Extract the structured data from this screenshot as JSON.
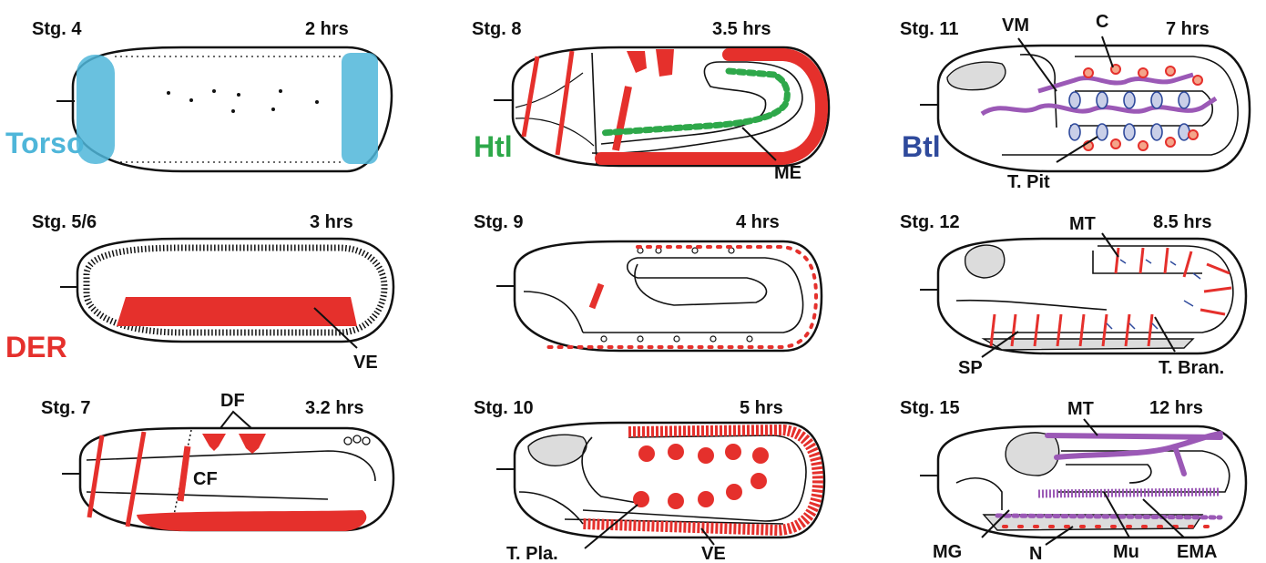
{
  "colors": {
    "torso": "#4fb6d9",
    "htl": "#2ea84a",
    "der": "#e5302c",
    "btl": "#2f4a9c",
    "expression_red": "#e5302c",
    "expression_purple": "#9b59b6",
    "outline": "#111111"
  },
  "panels": [
    {
      "stage": "Stg. 4",
      "time": "2 hrs",
      "receptor": "Torso",
      "labels": []
    },
    {
      "stage": "Stg. 5/6",
      "time": "3 hrs",
      "receptor": "DER",
      "labels": [
        "VE"
      ]
    },
    {
      "stage": "Stg. 7",
      "time": "3.2 hrs",
      "labels": [
        "DF",
        "CF"
      ]
    },
    {
      "stage": "Stg. 8",
      "time": "3.5 hrs",
      "receptor": "Htl",
      "labels": [
        "ME"
      ]
    },
    {
      "stage": "Stg. 9",
      "time": "4 hrs",
      "labels": []
    },
    {
      "stage": "Stg. 10",
      "time": "5 hrs",
      "labels": [
        "T. Pla.",
        "VE"
      ]
    },
    {
      "stage": "Stg. 11",
      "time": "7 hrs",
      "receptor": "Btl",
      "labels": [
        "VM",
        "C",
        "T. Pit"
      ]
    },
    {
      "stage": "Stg. 12",
      "time": "8.5 hrs",
      "labels": [
        "MT",
        "SP",
        "T. Bran."
      ]
    },
    {
      "stage": "Stg. 15",
      "time": "12 hrs",
      "labels": [
        "MT",
        "MG",
        "N",
        "Mu",
        "EMA"
      ]
    }
  ]
}
